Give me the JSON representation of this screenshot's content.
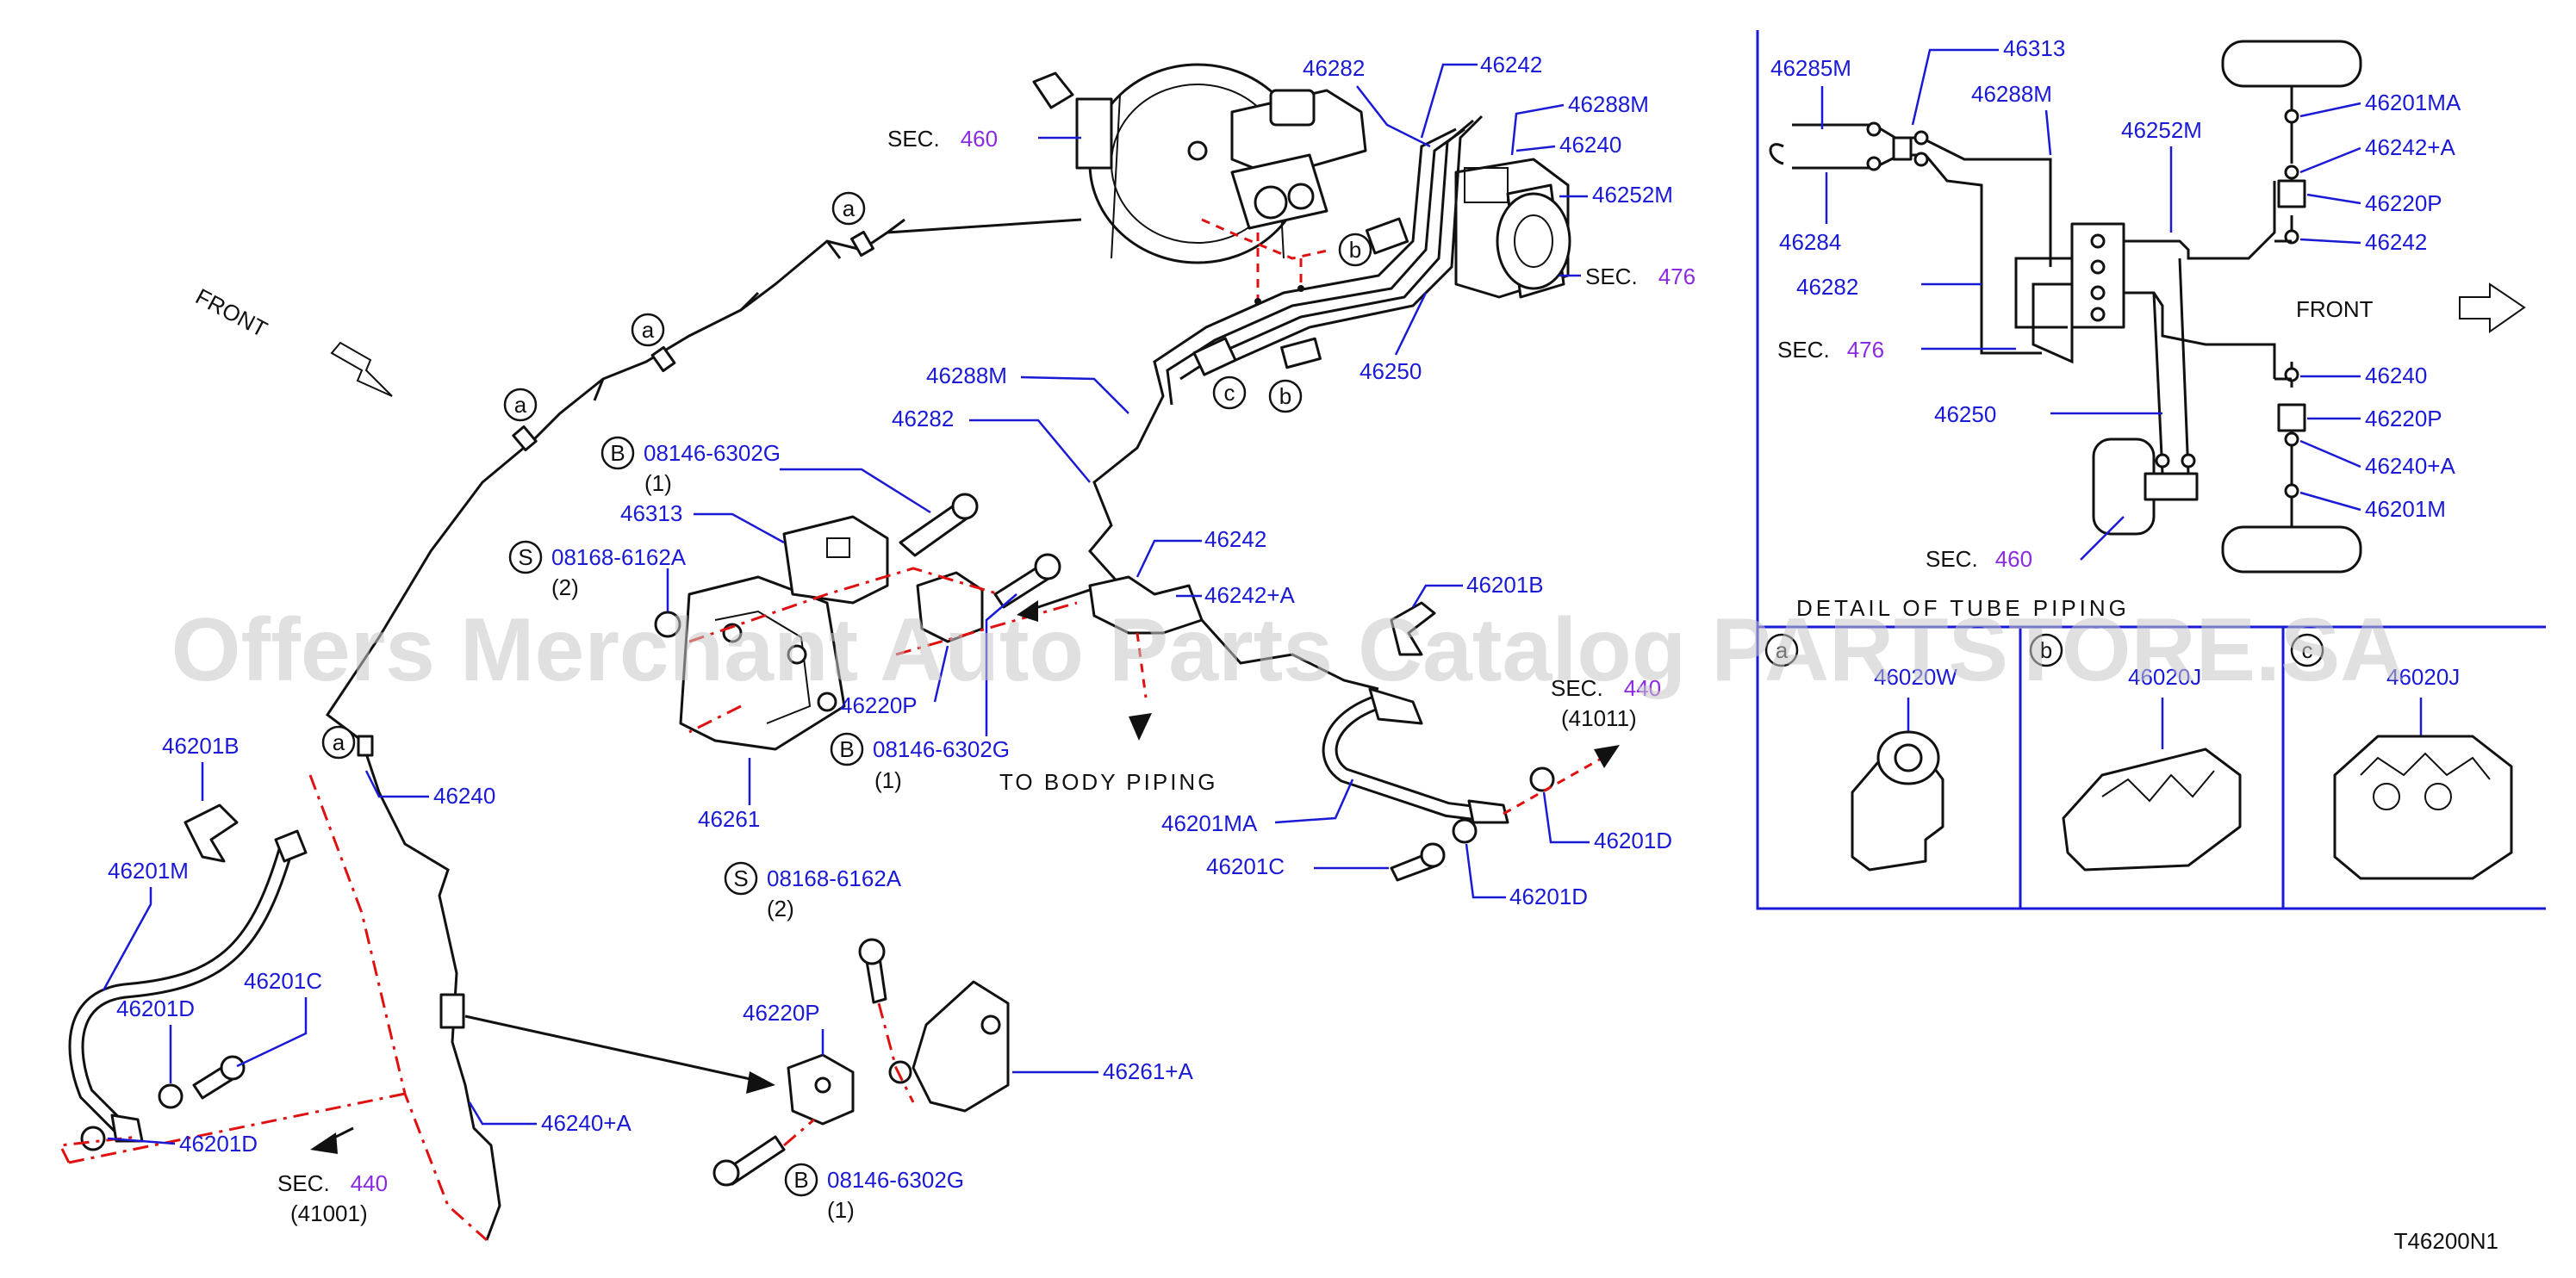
{
  "watermark": "Offers Merchant Auto Parts Catalog PARTSTORE.SA",
  "diagram_code": "T46200N1",
  "front_label": "FRONT",
  "front_label_detail": "FRONT",
  "to_body_piping": "TO BODY PIPING",
  "detail_title": "DETAIL OF TUBE PIPING",
  "sec": {
    "prefix": "SEC.",
    "s460": "460",
    "s476": "476",
    "s440a": "440",
    "s440a_sub": "(41001)",
    "s440b": "440",
    "s440b_sub": "(41011)",
    "d476": "476",
    "d460": "460"
  },
  "fasteners": {
    "b1_code": "08146-6302G",
    "b1_qty": "(1)",
    "s1_code": "08168-6162A",
    "s1_qty": "(2)",
    "b2_code": "08146-6302G",
    "b2_qty": "(1)",
    "s2_code": "08168-6162A",
    "s2_qty": "(2)",
    "b3_code": "08146-6302G",
    "b3_qty": "(1)",
    "b_letter": "B",
    "s_letter": "S"
  },
  "clip_markers": {
    "a": "a",
    "b": "b",
    "c": "c"
  },
  "parts": {
    "p46282_top": "46282",
    "p46242_top": "46242",
    "p46288M_top": "46288M",
    "p46240_top": "46240",
    "p46252M_top": "46252M",
    "p46250": "46250",
    "p46288M_mid": "46288M",
    "p46282_mid": "46282",
    "p46313": "46313",
    "p46242_mid": "46242",
    "p46242A": "46242+A",
    "p46220P_mid": "46220P",
    "p46261": "46261",
    "p46201B_right": "46201B",
    "p46201MA": "46201MA",
    "p46201C_right": "46201C",
    "p46201D_r1": "46201D",
    "p46201D_r2": "46201D",
    "p46201B_left": "46201B",
    "p46240_left": "46240",
    "p46201M": "46201M",
    "p46201D_l1": "46201D",
    "p46201C_left": "46201C",
    "p46201D_l2": "46201D",
    "p46220P_low": "46220P",
    "p46261A": "46261+A",
    "p46240A": "46240+A"
  },
  "detail_parts": {
    "d46285M": "46285M",
    "d46313": "46313",
    "d46288M": "46288M",
    "d46252M": "46252M",
    "d46284": "46284",
    "d46282": "46282",
    "d46250": "46250",
    "d46201MA": "46201MA",
    "d46242A": "46242+A",
    "d46220P_top": "46220P",
    "d46242": "46242",
    "d46240": "46240",
    "d46220P_bot": "46220P",
    "d46240A": "46240+A",
    "d46201M": "46201M"
  },
  "clip_parts": {
    "c_a": "46020W",
    "c_b": "46020J",
    "c_c": "46020J"
  }
}
